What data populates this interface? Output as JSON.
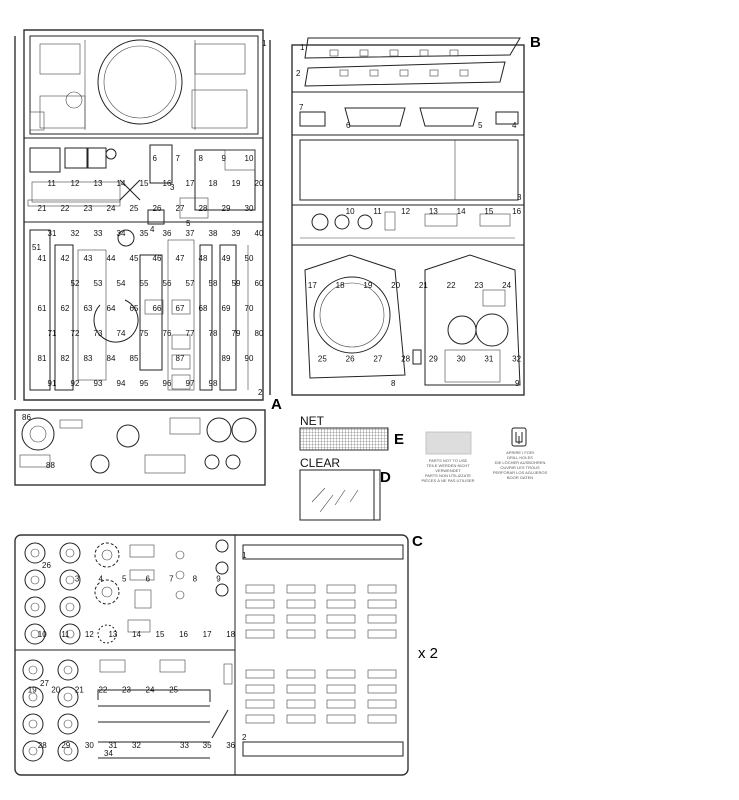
{
  "sprues": {
    "a": {
      "letter": "A"
    },
    "b": {
      "letter": "B"
    },
    "c": {
      "letter": "C",
      "multiplier": "x 2"
    },
    "d": {
      "letter": "D",
      "label": "CLEAR"
    },
    "e": {
      "letter": "E",
      "label": "NET"
    }
  },
  "notices": {
    "parts_not_used": [
      "PARTS NOT TO USE",
      "TEILE WERDEN NICHT VERWENDET",
      "PARTS NON UTILIZZATE",
      "PIÈCES À NE PAS UTILISER"
    ],
    "drill_holes": [
      "APRIRE I FORI",
      "DRILL HOLES",
      "DIE LÖCHER AUSBOHREN",
      "OUVRIR LES TROUS",
      "PERFORAR LOS AGUJEROS",
      "BOOR GATEN"
    ]
  },
  "part_numbers": {
    "a": [
      "1",
      "2",
      "3",
      "4",
      "5",
      "6",
      "7",
      "8",
      "9",
      "10",
      "11",
      "12",
      "13",
      "14",
      "15",
      "16",
      "17",
      "18",
      "19",
      "20",
      "21",
      "22",
      "23",
      "24",
      "25",
      "26",
      "27",
      "28",
      "29",
      "30",
      "31",
      "32",
      "33",
      "34",
      "35",
      "36",
      "37",
      "38",
      "39",
      "40",
      "41",
      "42",
      "43",
      "44",
      "45",
      "46",
      "47",
      "48",
      "49",
      "50",
      "51",
      "52",
      "53",
      "54",
      "55",
      "56",
      "57",
      "58",
      "59",
      "60",
      "61",
      "62",
      "63",
      "64",
      "65",
      "66",
      "67",
      "68",
      "69",
      "70",
      "71",
      "72",
      "73",
      "74",
      "75",
      "76",
      "77",
      "78",
      "79",
      "80",
      "81",
      "82",
      "83",
      "84",
      "85",
      "86",
      "87",
      "88",
      "89",
      "90",
      "91",
      "92",
      "93",
      "94",
      "95",
      "96",
      "97",
      "98"
    ],
    "b": [
      "1",
      "2",
      "3",
      "4",
      "5",
      "6",
      "7",
      "8",
      "9",
      "10",
      "11",
      "12",
      "13",
      "14",
      "15",
      "16",
      "17",
      "18",
      "19",
      "20",
      "21",
      "22",
      "23",
      "24",
      "25",
      "26",
      "27",
      "28",
      "29",
      "30",
      "31",
      "32"
    ],
    "c": [
      "1",
      "2",
      "3",
      "4",
      "5",
      "6",
      "7",
      "8",
      "9",
      "10",
      "11",
      "12",
      "13",
      "14",
      "15",
      "16",
      "17",
      "18",
      "19",
      "20",
      "21",
      "22",
      "23",
      "24",
      "25",
      "26",
      "27",
      "28",
      "29",
      "30",
      "31",
      "32",
      "33",
      "34",
      "35",
      "36"
    ]
  }
}
